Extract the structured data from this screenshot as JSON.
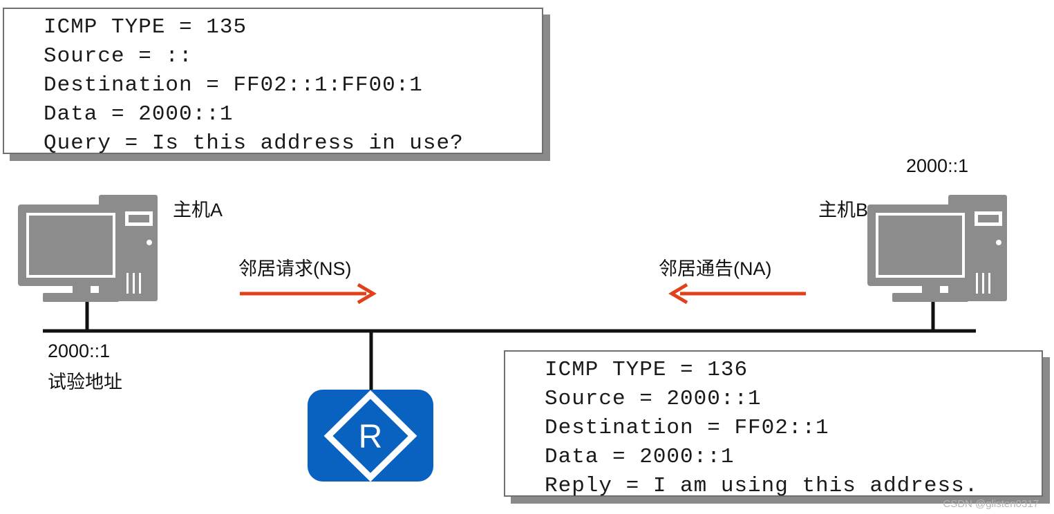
{
  "ns_packet": {
    "lines": [
      "ICMP TYPE = 135",
      "Source = ::",
      "Destination = FF02::1:FF00:1",
      "Data = 2000::1",
      "Query = Is this address in use?"
    ]
  },
  "na_packet": {
    "lines": [
      "ICMP TYPE = 136",
      "Source = 2000::1",
      "Destination = FF02::1",
      "Data = 2000::1",
      "Reply = I am using this address."
    ]
  },
  "host_a": {
    "name": "主机A",
    "address": "2000::1",
    "address_note": "试验地址"
  },
  "host_b": {
    "name": "主机B",
    "address": "2000::1"
  },
  "messages": {
    "ns_label": "邻居请求(NS)",
    "na_label": "邻居通告(NA)"
  },
  "router": {
    "letter": "R"
  },
  "watermark": "CSDN @glisten0317",
  "colors": {
    "arrow": "#e0401a",
    "router": "#0a62c0",
    "computer": "#8c8c8c",
    "link": "#111111"
  }
}
